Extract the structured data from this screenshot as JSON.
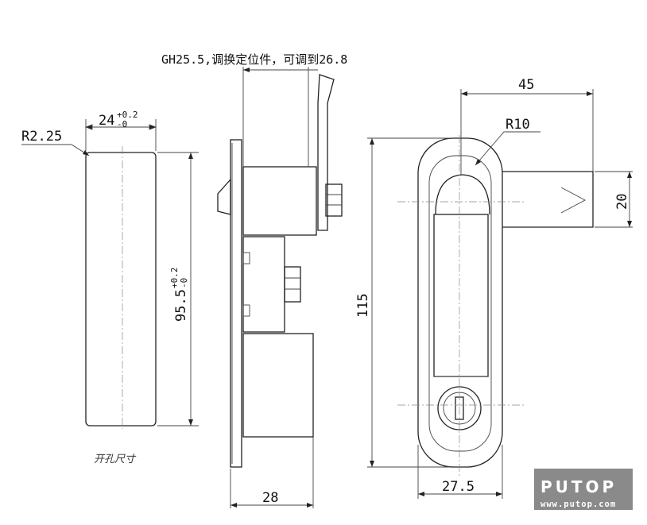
{
  "note": "GH25.5,调换定位件，可调到26.8",
  "left_view": {
    "radius_label": "R2.25",
    "width_main": "24",
    "width_tol_upper": "+0.2",
    "width_tol_lower": "-0",
    "height_main": "95.5",
    "height_tol_upper": "+0.2",
    "height_tol_lower": "-0",
    "caption": "开孔尺寸"
  },
  "side_view": {
    "depth_label": "28"
  },
  "front_view": {
    "width_label": "45",
    "radius_label": "R10",
    "height_label": "115",
    "handle_label": "20",
    "base_label": "27.5"
  },
  "logo": {
    "text": "PUTOP",
    "url": "www.putop.com"
  }
}
